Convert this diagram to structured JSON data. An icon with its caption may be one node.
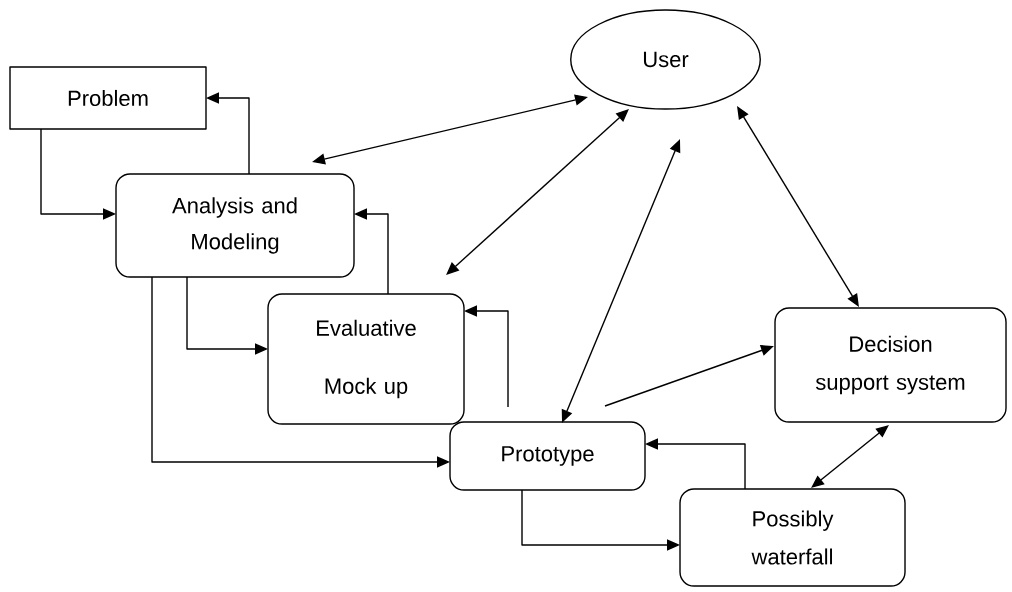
{
  "diagram": {
    "nodes": [
      {
        "text": [
          "Problem"
        ]
      },
      {
        "text": [
          "Analysis and Modeling"
        ]
      },
      {
        "text": [
          "User"
        ]
      },
      {
        "text": [
          "Evaluative Mock up"
        ]
      },
      {
        "text": [
          "Decision support system"
        ]
      },
      {
        "text": [
          "Prototype"
        ]
      },
      {
        "text": [
          "Possibly waterfall"
        ]
      }
    ],
    "edges": [
      {
        "from": 0,
        "to": 1,
        "arrow": "to"
      },
      {
        "from": 1,
        "to": 0,
        "arrow": "to"
      },
      {
        "from": 1,
        "to": 2,
        "arrow": "both"
      },
      {
        "from": 2,
        "to": 3,
        "arrow": "both"
      },
      {
        "from": 3,
        "to": 1,
        "arrow": "to"
      },
      {
        "from": 1,
        "to": 3,
        "arrow": "to"
      },
      {
        "from": 1,
        "to": 5,
        "arrow": "to"
      },
      {
        "from": 5,
        "to": 3,
        "arrow": "to"
      },
      {
        "from": 2,
        "to": 5,
        "arrow": "both"
      },
      {
        "from": 5,
        "to": 4,
        "arrow": "to"
      },
      {
        "from": 2,
        "to": 4,
        "arrow": "both"
      },
      {
        "from": 6,
        "to": 5,
        "arrow": "to"
      },
      {
        "from": 5,
        "to": 6,
        "arrow": "to"
      },
      {
        "from": 4,
        "to": 6,
        "arrow": "both"
      }
    ]
  }
}
